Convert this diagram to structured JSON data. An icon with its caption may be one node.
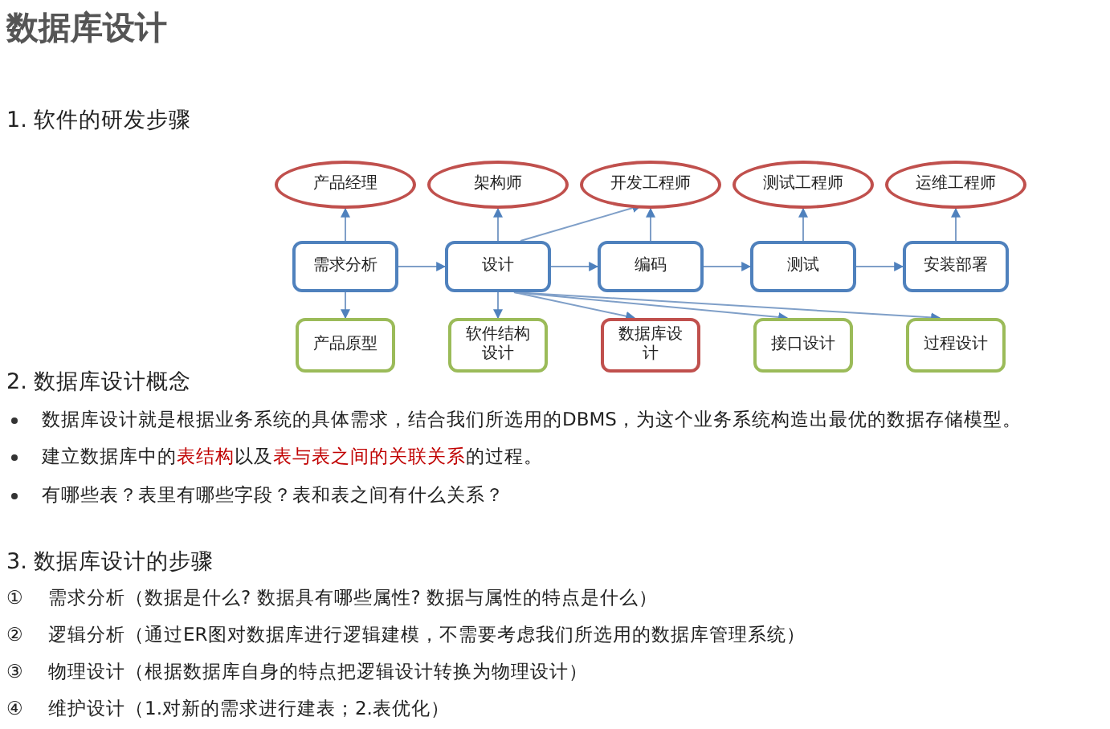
{
  "diagram": {
    "title": "数据库设计",
    "nodes": [
      {
        "text": [
          "产品经理"
        ]
      },
      {
        "text": [
          "架构师"
        ]
      },
      {
        "text": [
          "开发工程师"
        ]
      },
      {
        "text": [
          "测试工程师"
        ]
      },
      {
        "text": [
          "运维工程师"
        ]
      },
      {
        "text": [
          "需求分析"
        ]
      },
      {
        "text": [
          "设计"
        ]
      },
      {
        "text": [
          "编码"
        ]
      },
      {
        "text": [
          "测试"
        ]
      },
      {
        "text": [
          "安装部署"
        ]
      },
      {
        "text": [
          "产品原型"
        ]
      },
      {
        "text": [
          "软件结构设计"
        ]
      },
      {
        "text": [
          "数据库设计"
        ]
      },
      {
        "text": [
          "接口设计"
        ]
      },
      {
        "text": [
          "过程设计"
        ]
      }
    ],
    "edges": [
      {
        "from": 5,
        "to": 0,
        "arrow": "to"
      },
      {
        "from": 5,
        "to": 10,
        "arrow": "to"
      },
      {
        "from": 5,
        "to": 6,
        "arrow": "to"
      },
      {
        "from": 6,
        "to": 1,
        "arrow": "to"
      },
      {
        "from": 6,
        "to": 2,
        "arrow": "to"
      },
      {
        "from": 6,
        "to": 11,
        "arrow": "to"
      },
      {
        "from": 6,
        "to": 12,
        "arrow": "to"
      },
      {
        "from": 6,
        "to": 13,
        "arrow": "to"
      },
      {
        "from": 6,
        "to": 14,
        "arrow": "to"
      },
      {
        "from": 6,
        "to": 7,
        "arrow": "to"
      },
      {
        "from": 7,
        "to": 2,
        "arrow": "to"
      },
      {
        "from": 7,
        "to": 8,
        "arrow": "to"
      },
      {
        "from": 8,
        "to": 3,
        "arrow": "to"
      },
      {
        "from": 8,
        "to": 9,
        "arrow": "to"
      },
      {
        "from": 9,
        "to": 4,
        "arrow": "to"
      }
    ],
    "labels": [
      "1.  软件的研发步骤",
      "2.  数据库设计概念",
      "数据库设计就是根据业务系统的具体需求，结合我们所选用的DBMS，为这个业务系统构造出最优的数据存储模型。",
      "建立数据库中的**表结构**以及**表与表之间的关联关系**的过程。",
      "有哪些表？表里有哪些字段？表和表之间有什么关系？",
      "3.  数据库设计的步骤",
      "①",
      "需求分析（数据是什么? 数据具有哪些属性? 数据与属性的特点是什么）",
      "②",
      "逻辑分析（通过ER图对数据库进行逻辑建模，不需要考虑我们所选用的数据库管理系统）",
      "③",
      "物理设计（根据数据库自身的特点把逻辑设计转换为物理设计）",
      "④",
      "维护设计（1.对新的需求进行建表；2.表优化）"
    ]
  }
}
